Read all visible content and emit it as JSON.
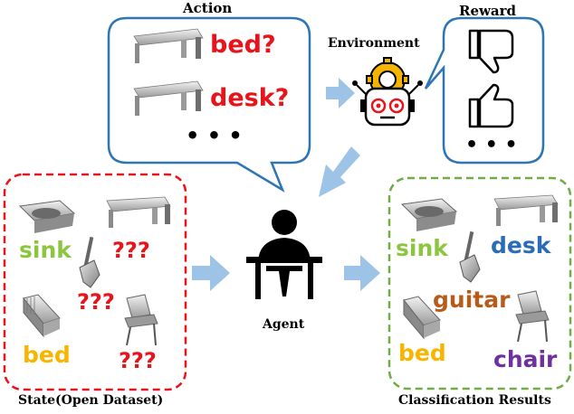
{
  "labels": {
    "action": "Action",
    "reward": "Reward",
    "environment": "Environment",
    "agent": "Agent",
    "state": "State(Open Dataset)",
    "results": "Classification Results"
  },
  "action_box": {
    "guess_1": "bed?",
    "guess_2": "desk?",
    "more": "• • •"
  },
  "reward_box": {
    "more": "• • •",
    "icons": [
      "thumbs-down-icon",
      "thumbs-up-icon"
    ]
  },
  "state_box": {
    "sink": "sink",
    "bed": "bed",
    "unknown_1": "???",
    "unknown_2": "???",
    "unknown_3": "???"
  },
  "results_box": {
    "sink": "sink",
    "desk": "desk",
    "guitar": "guitar",
    "bed": "bed",
    "chair": "chair"
  },
  "colors": {
    "question": "#e8141b",
    "sink": "#8cc63f",
    "bed": "#f7b500",
    "desk": "#2a6db5",
    "guitar": "#b85b1a",
    "chair": "#7030a0",
    "arrow": "#9dc3e6",
    "blue_border": "#2e75b6",
    "red_border": "#e8141b",
    "green_border": "#70ad47"
  }
}
